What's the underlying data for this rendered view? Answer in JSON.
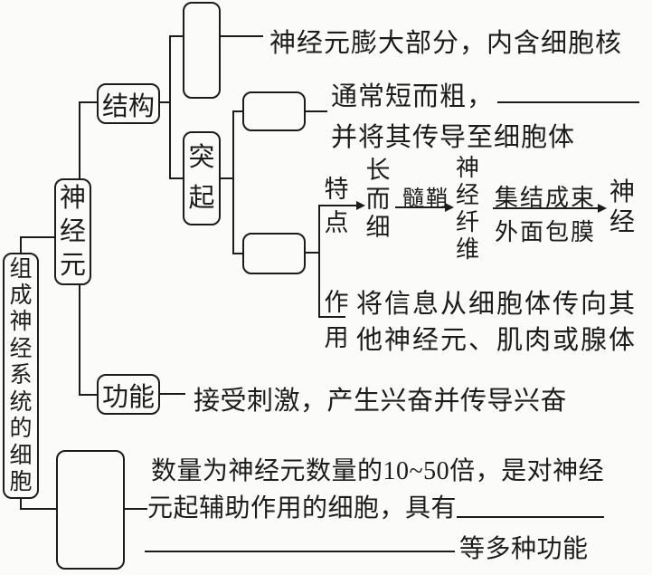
{
  "diagram": {
    "root_label": "组成神经系统的细胞",
    "neuron_label": "神经元",
    "structure_label": "结构",
    "process_label": "突起",
    "function_label": "功能",
    "cell_body_note": "神经元膨大部分，内含细胞核",
    "dendrite_note_line1": "通常短而粗，",
    "dendrite_note_line2": "并将其传导至细胞体",
    "axon_feature_label": "特点",
    "axon_feature_start": "长而细",
    "axon_arrow1_label": "髓鞘",
    "axon_feature_mid": "神经纤维",
    "axon_arrow2_label_top": "集结成束",
    "axon_arrow2_label_bottom": "外面包膜",
    "axon_feature_end": "神经",
    "axon_role_label": "作用",
    "axon_role_line1": "将信息从细胞体传向其",
    "axon_role_line2": "他神经元、肌肉或腺体",
    "function_note": "接受刺激，产生兴奋并传导兴奋",
    "glia_note_line1": "数量为神经元数量的10~50倍，是对神经",
    "glia_note_line2": "元起辅助作用的细胞，具有",
    "glia_note_line3": "等多种功能",
    "ink_color": "#1c1c1c",
    "paper_color": "#fbfbf9"
  }
}
